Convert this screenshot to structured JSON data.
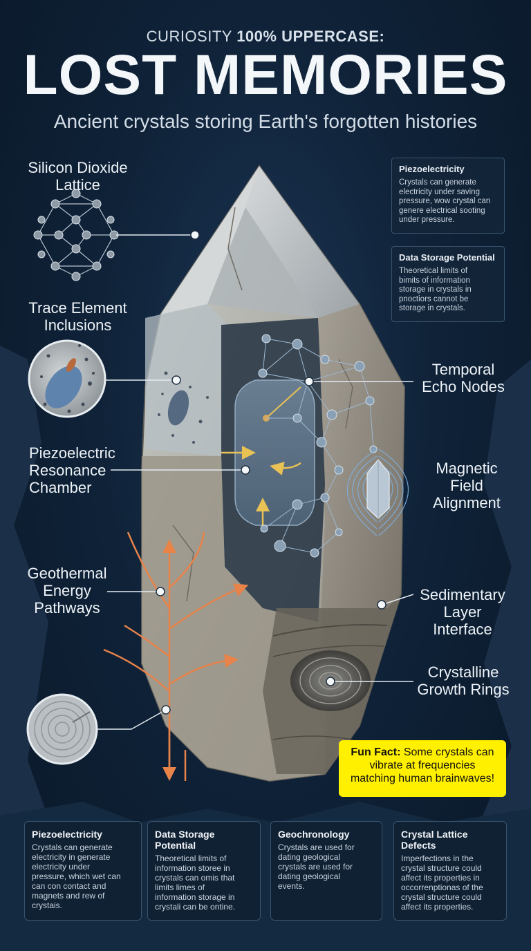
{
  "header": {
    "kicker_prefix": "CURIOSITY",
    "kicker_bold": "100% UPPERCASE:",
    "title": "LOST MEMORIES",
    "subtitle": "Ancient crystals storing Earth's forgotten histories"
  },
  "labels": {
    "silicon_line1": "Silicon Dioxide",
    "silicon_line2": "Lattice",
    "trace_line1": "Trace Element",
    "trace_line2": "Inclusions",
    "piezo_line1": "Piezoelectric",
    "piezo_line2": "Resonance",
    "piezo_line3": "Chamber",
    "geo_line1": "Geothermal",
    "geo_line2": "Energy",
    "geo_line3": "Pathways",
    "temporal_line1": "Temporal",
    "temporal_line2": "Echo Nodes",
    "magnetic_line1": "Magnetic",
    "magnetic_line2": "Field",
    "magnetic_line3": "Alignment",
    "sedimentary_line1": "Sedimentary",
    "sedimentary_line2": "Layer",
    "sedimentary_line3": "Interface",
    "growth_line1": "Crystalline",
    "growth_line2": "Growth Rings"
  },
  "info_boxes": [
    {
      "title": "Piezoelectricity",
      "lines": [
        "Crystals can generate",
        "electricity under saving",
        "pressure, wow crystal can",
        "genere electrical sooting",
        "under pressure."
      ]
    },
    {
      "title": "Data Storage Potential",
      "lines": [
        "Theoretical limits of",
        "bimits of information",
        "storage in crystals in",
        "pnoctiors cannot be",
        "storage in crystals."
      ]
    }
  ],
  "fun_fact": {
    "lead": "Fun Fact:",
    "text": "Some crystals can vibrate at frequencies matching human brainwaves!"
  },
  "cards": [
    {
      "title": "Piezoelectricity",
      "lines": [
        "Crystals can generate",
        "electricity in generate",
        "electricity under",
        "pressure, which wet can",
        "can con contact and",
        "magnets and rew of",
        "crystais."
      ]
    },
    {
      "title": "Data Storage Potential",
      "lines": [
        "Theoretical limits of",
        "information storee in",
        "crystals can omis that",
        "limits limes of",
        "information storage in",
        "crystali can be ontine."
      ]
    },
    {
      "title": "Geochronology",
      "lines": [
        "Crystals are used for",
        "dating geological",
        "crystals are used for",
        "dating geological",
        "events."
      ]
    },
    {
      "title": "Crystal Lattice Defects",
      "lines": [
        "Imperfections in the",
        "crystal structure could",
        "affect its properties in",
        "occorrenptionas of the",
        "crystal structure could",
        "affect its properties."
      ]
    }
  ],
  "colors": {
    "background": "#0f2238",
    "accent_orange": "#e8834a",
    "accent_yellow": "#fff000",
    "node_blue": "#7f9ab5",
    "field_blue": "#7fb0e0"
  }
}
